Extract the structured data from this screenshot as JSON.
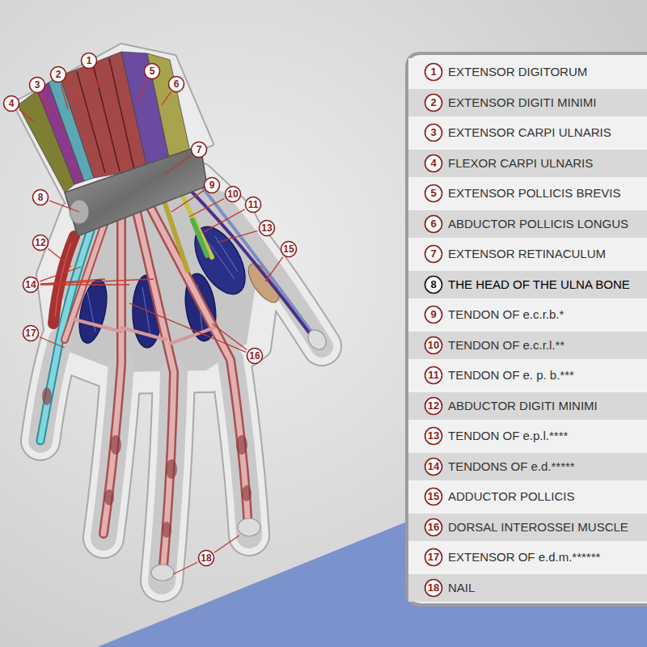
{
  "diagram": {
    "nodes": [
      {
        "text": [
          "1"
        ]
      },
      {
        "text": [
          "2"
        ]
      },
      {
        "text": [
          "3"
        ]
      },
      {
        "text": [
          "4"
        ]
      },
      {
        "text": [
          "5"
        ]
      },
      {
        "text": [
          "6"
        ]
      },
      {
        "text": [
          "7"
        ]
      },
      {
        "text": [
          "8"
        ]
      },
      {
        "text": [
          "9"
        ]
      },
      {
        "text": [
          "10"
        ]
      },
      {
        "text": [
          "11"
        ]
      },
      {
        "text": [
          "12"
        ]
      },
      {
        "text": [
          "13"
        ]
      },
      {
        "text": [
          "14"
        ]
      },
      {
        "text": [
          "15"
        ]
      },
      {
        "text": [
          "16"
        ]
      },
      {
        "text": [
          "17"
        ]
      },
      {
        "text": [
          "18"
        ]
      },
      {
        "text": [
          "EXTENSOR DIGITORUM"
        ]
      },
      {
        "text": [
          "1"
        ],
        "in": 18
      },
      {
        "text": [
          "EXTENSOR DIGITI MINIMI"
        ]
      },
      {
        "text": [
          "2"
        ],
        "in": 20
      },
      {
        "text": [
          "EXTENSOR CARPI ULNARIS"
        ]
      },
      {
        "text": [
          "3"
        ],
        "in": 22
      },
      {
        "text": [
          "FLEXOR CARPI ULNARIS"
        ]
      },
      {
        "text": [
          "4"
        ],
        "in": 24
      },
      {
        "text": [
          "EXTENSOR POLLICIS BREVIS"
        ]
      },
      {
        "text": [
          "5"
        ],
        "in": 26
      },
      {
        "text": [
          "ABDUCTOR POLLICIS LONGUS"
        ]
      },
      {
        "text": [
          "6"
        ],
        "in": 28
      },
      {
        "text": [
          "EXTENSOR RETINACULUM"
        ]
      },
      {
        "text": [
          "7"
        ],
        "in": 30
      },
      {
        "text": [
          "THE HEAD OF THE ULNA BONE"
        ]
      },
      {
        "text": [
          "8"
        ],
        "in": 32
      },
      {
        "text": [
          "TENDON OF e.c.r.b.*"
        ]
      },
      {
        "text": [
          "9"
        ],
        "in": 34
      },
      {
        "text": [
          "TENDON OF e.c.r.l.**"
        ]
      },
      {
        "text": [
          "10"
        ],
        "in": 36
      },
      {
        "text": [
          "TENDON OF e. p. b.***"
        ]
      },
      {
        "text": [
          "11"
        ],
        "in": 38
      },
      {
        "text": [
          "ABDUCTOR DIGITI MINIMI"
        ]
      },
      {
        "text": [
          "12"
        ],
        "in": 40
      },
      {
        "text": [
          "TENDON OF e.p.l.****"
        ]
      },
      {
        "text": [
          "13"
        ],
        "in": 42
      },
      {
        "text": [
          "TENDONS OF e.d.*****"
        ]
      },
      {
        "text": [
          "14"
        ],
        "in": 44
      },
      {
        "text": [
          "ADDUCTOR POLLICIS"
        ]
      },
      {
        "text": [
          "15"
        ],
        "in": 46
      },
      {
        "text": [
          "DORSAL INTEROSSEI MUSCLE"
        ]
      },
      {
        "text": [
          "16"
        ],
        "in": 48
      },
      {
        "text": [
          "EXTENSOR OF e.d.m.******"
        ]
      },
      {
        "text": [
          "17"
        ],
        "in": 50
      },
      {
        "text": [
          "NAIL"
        ]
      },
      {
        "text": [
          "18"
        ],
        "in": 52
      }
    ]
  }
}
